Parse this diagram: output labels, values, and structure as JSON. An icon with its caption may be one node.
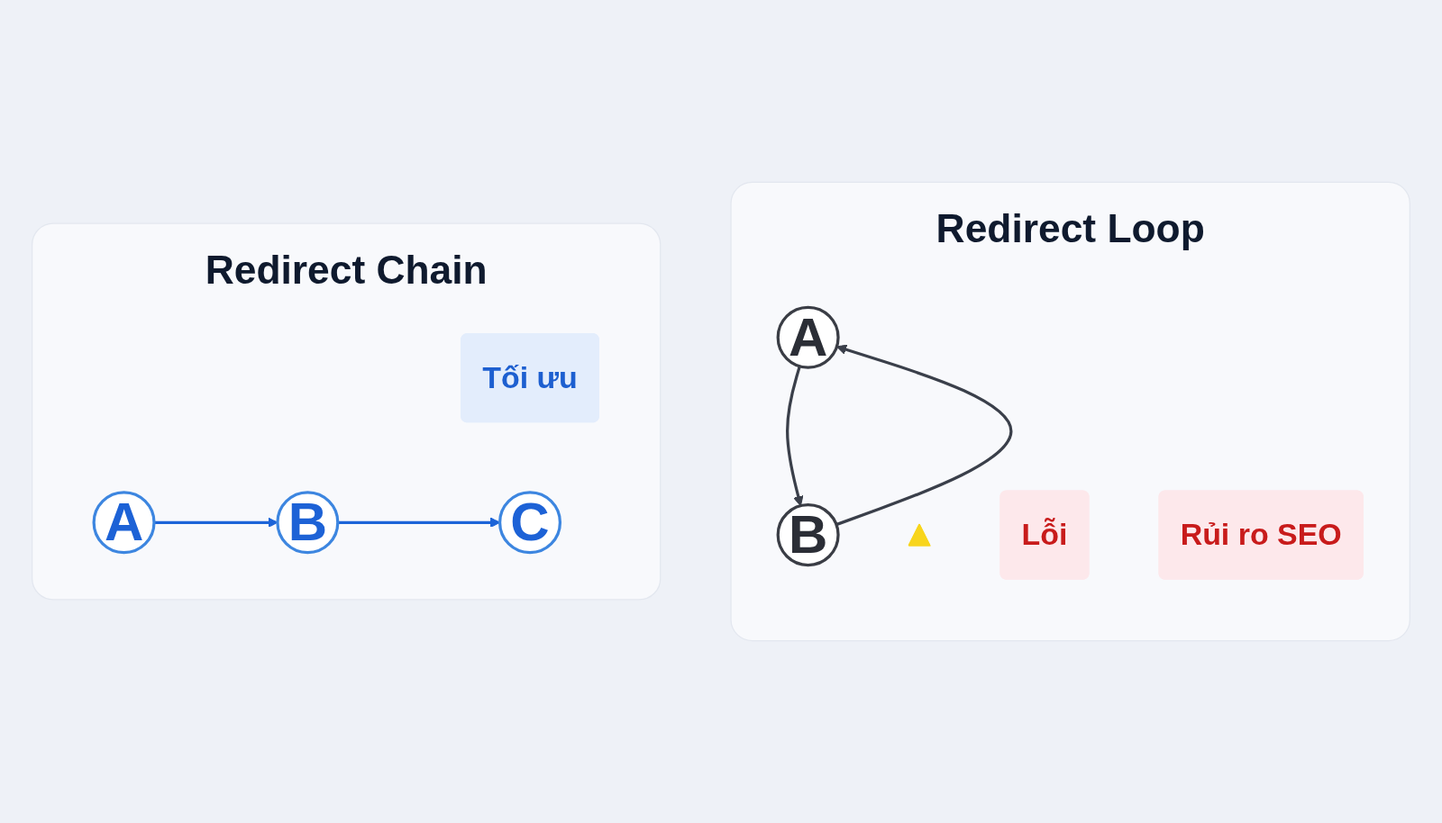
{
  "diagram": {
    "nodes": [
      {
        "text": [
          "Redirect Chain"
        ]
      },
      {
        "text": [
          "Tối ưu"
        ],
        "in": 0
      },
      {
        "text": [
          "A"
        ],
        "in": 0
      },
      {
        "text": [
          "B"
        ],
        "in": 0
      },
      {
        "text": [
          "C"
        ],
        "in": 0
      },
      {
        "text": [
          "Redirect Loop"
        ]
      },
      {
        "text": [
          "A"
        ],
        "in": 5
      },
      {
        "text": [
          "B"
        ],
        "in": 5
      },
      {
        "text": [],
        "shape": "triangle",
        "in": 5
      },
      {
        "text": [
          "Lỗi"
        ],
        "in": 5
      },
      {
        "text": [
          "Rủi ro SEO"
        ],
        "in": 5
      }
    ],
    "edges": [
      {
        "from": 2,
        "to": 3,
        "arrow": "to",
        "color": "#1c64d8"
      },
      {
        "from": 3,
        "to": 4,
        "arrow": "to",
        "color": "#1c64d8"
      },
      {
        "from": 6,
        "to": 7,
        "arrow": "to",
        "color": "#3a3f4a"
      },
      {
        "from": 7,
        "to": 6,
        "arrow": "to",
        "color": "#3a3f4a"
      }
    ]
  }
}
